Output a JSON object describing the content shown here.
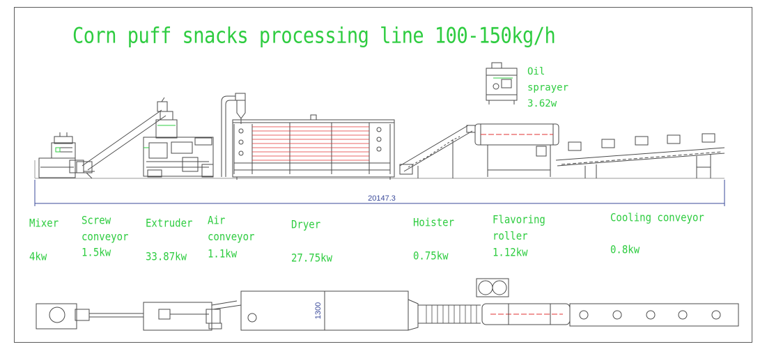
{
  "title": "Corn puff snacks processing line 100-150kg/h",
  "oil_sprayer": {
    "line1": "Oil",
    "line2": "sprayer",
    "power": "3.62w"
  },
  "total_length": "20147.3",
  "plan_width": "1300",
  "machines": [
    {
      "name_lines": [
        "Mixer"
      ],
      "power": "4kw"
    },
    {
      "name_lines": [
        "Screw",
        "conveyor"
      ],
      "power": "1.5kw"
    },
    {
      "name_lines": [
        "Extruder"
      ],
      "power": "33.87kw"
    },
    {
      "name_lines": [
        "Air",
        "conveyor"
      ],
      "power": "1.1kw"
    },
    {
      "name_lines": [
        "Dryer"
      ],
      "power": "27.75kw"
    },
    {
      "name_lines": [
        "Hoister"
      ],
      "power": "0.75kw"
    },
    {
      "name_lines": [
        "Flavoring",
        "roller"
      ],
      "power": "1.12kw"
    },
    {
      "name_lines": [
        "Cooling conveyor"
      ],
      "power": "0.8kw"
    }
  ],
  "colors": {
    "label": "#2ecc40",
    "line": "#4a4a4a",
    "accent": "#e03030",
    "dimension": "#3a4a9a"
  }
}
